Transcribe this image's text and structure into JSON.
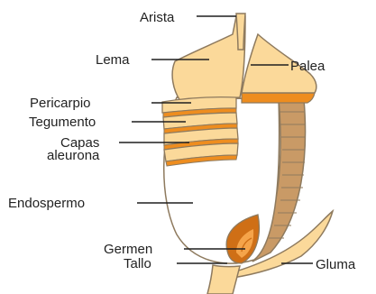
{
  "labels": {
    "arista": "Arista",
    "lema": "Lema",
    "palea": "Palea",
    "pericarpio": "Pericarpio",
    "tegumento": "Tegumento",
    "capas_line1": "Capas",
    "capas_line2": "aleurona",
    "endospermo": "Endospermo",
    "germen": "Germen",
    "gluma": "Gluma",
    "tallo": "Tallo"
  },
  "colors": {
    "husk_fill": "#fbd99a",
    "orange_layer": "#ee8d1f",
    "brown_layer": "#c99a66",
    "outline": "#8e7a5e",
    "germ_dark": "#cf6f16",
    "germ_light": "#f5a44a",
    "endosperm": "#ffffff",
    "text": "#222222"
  }
}
